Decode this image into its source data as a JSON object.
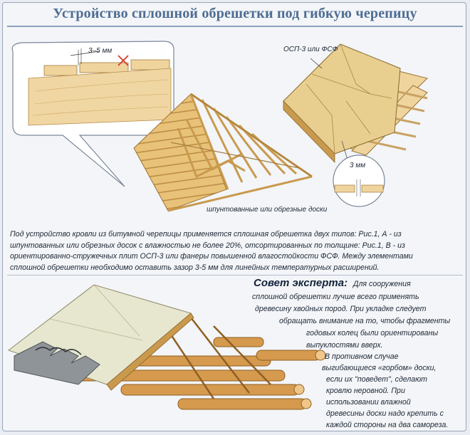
{
  "title": "Устройство сплошной обрешетки под гибкую черепицу",
  "labels": {
    "gap": "3–5 мм",
    "osp": "ОСП-3 или ФСФ",
    "gap_small": "3 мм",
    "boards": "шпунтованные или обрезные доски"
  },
  "paragraph": [
    "Под устройство кровли из битумной черепицы применяется сплошная обрешетка двух типов: Рис.1, А - из",
    "шпунтованных или обрезных досок с влажностью не более 20%, отсортированных по толщине: Рис.1, В - из",
    "ориентированно-стружечных плит ОСП-3 или фанеры повышенной влагостойкости ФСФ. Между элементами",
    "сплошной обрешетки необходимо оставить зазор 3-5 мм для линейных температурных расширений."
  ],
  "tip": {
    "heading": "Совет эксперта:",
    "lines": [
      "Для сооружения",
      "сплошной обрешетки лучше всего применять",
      "древесину хвойных пород. При укладке следует",
      "обращать внимание на то, чтобы фрагменты",
      "годовых колец были ориентированы",
      "выпуклостями вверх.",
      "В противном случае",
      "выгибающиеся «горбом» доски,",
      "если их \"поведет\", сделают",
      "кровлю неровной. При",
      "использовании влажной",
      "древесины доски надо крепить с",
      "каждой стороны на два самореза."
    ]
  },
  "colors": {
    "title": "#4e6d93",
    "wood": "#e9c27a",
    "wood_dark": "#b88a3e",
    "osb": "#e8cf8f",
    "sheathing_top": "#e7e6cf",
    "shingle": "#8f9498",
    "red_cross": "#d83a2a"
  }
}
